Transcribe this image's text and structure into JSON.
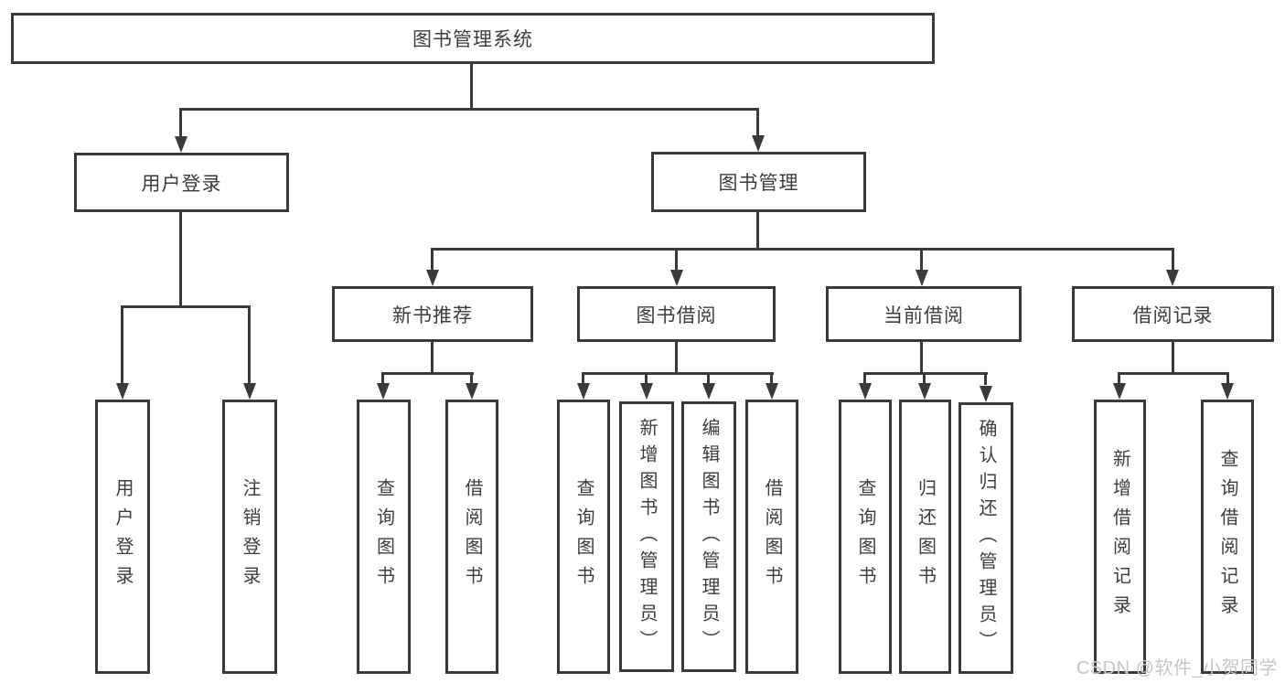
{
  "colors": {
    "line": "#3a3a3a",
    "text": "#3d3d3d",
    "watermark": "#c6c6c6",
    "background": "#ffffff"
  },
  "watermark": {
    "text": "CSDN @软件_小贺同学"
  },
  "nodes": {
    "root": {
      "label": "图书管理系统"
    },
    "userLogin": {
      "label": "用户登录"
    },
    "bookMgmt": {
      "label": "图书管理"
    },
    "newBookRec": {
      "label": "新书推荐"
    },
    "bookBorrow": {
      "label": "图书借阅"
    },
    "currentBorrow": {
      "label": "当前借阅"
    },
    "borrowRecord": {
      "label": "借阅记录"
    },
    "leafUserLogin": {
      "label": "用户登录"
    },
    "leafLogout": {
      "label": "注销登录"
    },
    "recQueryBook": {
      "label": "查询图书"
    },
    "recBorrowBook": {
      "label": "借阅图书"
    },
    "bbQueryBook": {
      "label": "查询图书"
    },
    "bbAddBook": {
      "label": "新增图书（管理员）"
    },
    "bbEditBook": {
      "label": "编辑图书（管理员）"
    },
    "bbBorrowBook": {
      "label": "借阅图书"
    },
    "cbQueryBook": {
      "label": "查询图书"
    },
    "cbReturnBook": {
      "label": "归还图书"
    },
    "cbConfirmReturn": {
      "label": "确认归还（管理员）"
    },
    "brAddRecord": {
      "label": "新增借阅记录"
    },
    "brQueryRecord": {
      "label": "查询借阅记录"
    }
  },
  "hierarchy": {
    "root": "图书管理系统",
    "children": [
      {
        "label": "用户登录",
        "children": [
          "用户登录",
          "注销登录"
        ]
      },
      {
        "label": "图书管理",
        "children": [
          {
            "label": "新书推荐",
            "children": [
              "查询图书",
              "借阅图书"
            ]
          },
          {
            "label": "图书借阅",
            "children": [
              "查询图书",
              "新增图书（管理员）",
              "编辑图书（管理员）",
              "借阅图书"
            ]
          },
          {
            "label": "当前借阅",
            "children": [
              "查询图书",
              "归还图书",
              "确认归还（管理员）"
            ]
          },
          {
            "label": "借阅记录",
            "children": [
              "新增借阅记录",
              "查询借阅记录"
            ]
          }
        ]
      }
    ]
  }
}
